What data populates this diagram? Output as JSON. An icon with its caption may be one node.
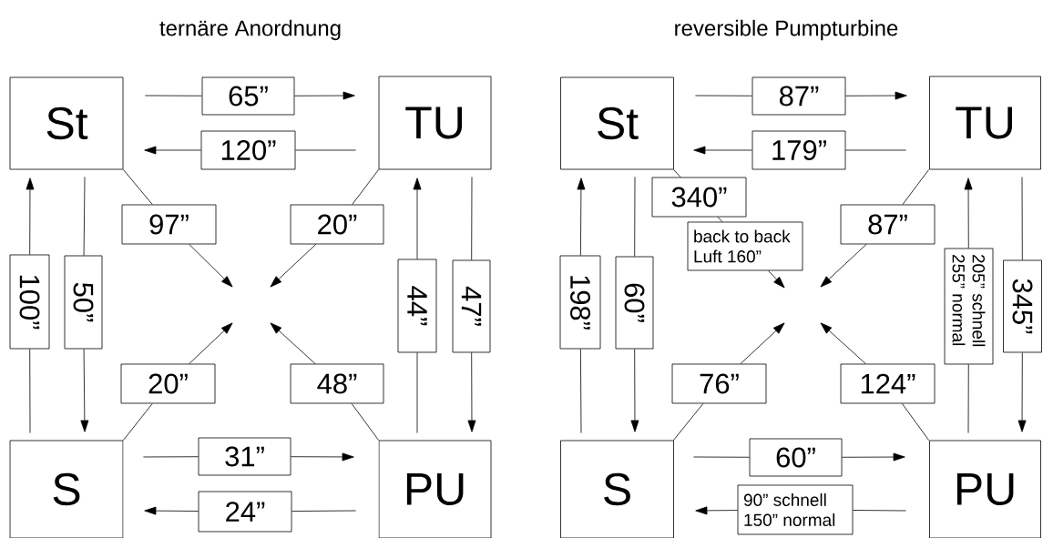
{
  "diagram": {
    "nodes": [
      {
        "text": [
          "St"
        ]
      },
      {
        "text": [
          "TU"
        ]
      },
      {
        "text": [
          "S"
        ]
      },
      {
        "text": [
          "PU"
        ]
      },
      {
        "text": [
          "St"
        ]
      },
      {
        "text": [
          "TU"
        ]
      },
      {
        "text": [
          "S"
        ]
      },
      {
        "text": [
          "PU"
        ]
      },
      {
        "text": [
          "340”"
        ]
      },
      {
        "text": [
          "back to back Luft 160”"
        ]
      },
      {
        "text": [
          "65”"
        ]
      },
      {
        "text": [
          "120”"
        ]
      },
      {
        "text": [
          "97”"
        ]
      },
      {
        "text": [
          "20”"
        ]
      },
      {
        "text": [
          "20”"
        ]
      },
      {
        "text": [
          "48”"
        ]
      },
      {
        "text": [
          "100”"
        ]
      },
      {
        "text": [
          "50”"
        ]
      },
      {
        "text": [
          "44”"
        ]
      },
      {
        "text": [
          "47”"
        ]
      },
      {
        "text": [
          "31”"
        ]
      },
      {
        "text": [
          "24”"
        ]
      },
      {
        "text": [
          "87”"
        ]
      },
      {
        "text": [
          "179”"
        ]
      },
      {
        "text": [
          "87”"
        ]
      },
      {
        "text": [
          "76”"
        ]
      },
      {
        "text": [
          "124”"
        ]
      },
      {
        "text": [
          "198”"
        ]
      },
      {
        "text": [
          "60”"
        ]
      },
      {
        "text": [
          "205” schnell 255” normal"
        ]
      },
      {
        "text": [
          "345”"
        ]
      },
      {
        "text": [
          "60”"
        ]
      },
      {
        "text": [
          "90” schnell 150” normal"
        ]
      }
    ],
    "edges": [
      {
        "from": 0,
        "to": 10,
        "arrow": "none"
      },
      {
        "from": 10,
        "to": 1,
        "arrow": "to"
      },
      {
        "from": 1,
        "to": 11,
        "arrow": "none"
      },
      {
        "from": 11,
        "to": 0,
        "arrow": "to"
      },
      {
        "from": 0,
        "to": 12,
        "arrow": "none"
      },
      {
        "from": 12,
        "to": null,
        "arrow": "to"
      },
      {
        "from": 1,
        "to": 13,
        "arrow": "none"
      },
      {
        "from": 13,
        "to": null,
        "arrow": "to"
      },
      {
        "from": 2,
        "to": 14,
        "arrow": "none"
      },
      {
        "from": 14,
        "to": null,
        "arrow": "to"
      },
      {
        "from": 3,
        "to": 15,
        "arrow": "none"
      },
      {
        "from": 15,
        "to": null,
        "arrow": "to"
      },
      {
        "from": 2,
        "to": 16,
        "arrow": "none"
      },
      {
        "from": 16,
        "to": 0,
        "arrow": "to"
      },
      {
        "from": 0,
        "to": 17,
        "arrow": "none"
      },
      {
        "from": 17,
        "to": 2,
        "arrow": "to"
      },
      {
        "from": 3,
        "to": 18,
        "arrow": "none"
      },
      {
        "from": 18,
        "to": 1,
        "arrow": "to"
      },
      {
        "from": 1,
        "to": 19,
        "arrow": "none"
      },
      {
        "from": 19,
        "to": 3,
        "arrow": "to"
      },
      {
        "from": 2,
        "to": 20,
        "arrow": "none"
      },
      {
        "from": 20,
        "to": 3,
        "arrow": "to"
      },
      {
        "from": 3,
        "to": 21,
        "arrow": "none"
      },
      {
        "from": 21,
        "to": 2,
        "arrow": "to"
      },
      {
        "from": 4,
        "to": 22,
        "arrow": "none"
      },
      {
        "from": 22,
        "to": 5,
        "arrow": "to"
      },
      {
        "from": 5,
        "to": 23,
        "arrow": "none"
      },
      {
        "from": 23,
        "to": 4,
        "arrow": "to"
      },
      {
        "from": 4,
        "to": 8,
        "arrow": "none"
      },
      {
        "from": 8,
        "to": 9,
        "arrow": "none"
      },
      {
        "from": 9,
        "to": null,
        "arrow": "to"
      },
      {
        "from": 5,
        "to": 24,
        "arrow": "none"
      },
      {
        "from": 24,
        "to": null,
        "arrow": "to"
      },
      {
        "from": 6,
        "to": 25,
        "arrow": "none"
      },
      {
        "from": 25,
        "to": null,
        "arrow": "to"
      },
      {
        "from": 7,
        "to": 26,
        "arrow": "none"
      },
      {
        "from": 26,
        "to": null,
        "arrow": "to"
      },
      {
        "from": 6,
        "to": 27,
        "arrow": "none"
      },
      {
        "from": 27,
        "to": 4,
        "arrow": "to"
      },
      {
        "from": 4,
        "to": 28,
        "arrow": "none"
      },
      {
        "from": 28,
        "to": 6,
        "arrow": "to"
      },
      {
        "from": 7,
        "to": 29,
        "arrow": "none"
      },
      {
        "from": 29,
        "to": 5,
        "arrow": "to"
      },
      {
        "from": 5,
        "to": 30,
        "arrow": "none"
      },
      {
        "from": 30,
        "to": 7,
        "arrow": "to"
      },
      {
        "from": 6,
        "to": 31,
        "arrow": "none"
      },
      {
        "from": 31,
        "to": 7,
        "arrow": "to"
      },
      {
        "from": 7,
        "to": 32,
        "arrow": "none"
      },
      {
        "from": 32,
        "to": 6,
        "arrow": "to"
      }
    ],
    "labels": [
      "ternäre Anordnung",
      "reversible Pumpturbine"
    ]
  }
}
